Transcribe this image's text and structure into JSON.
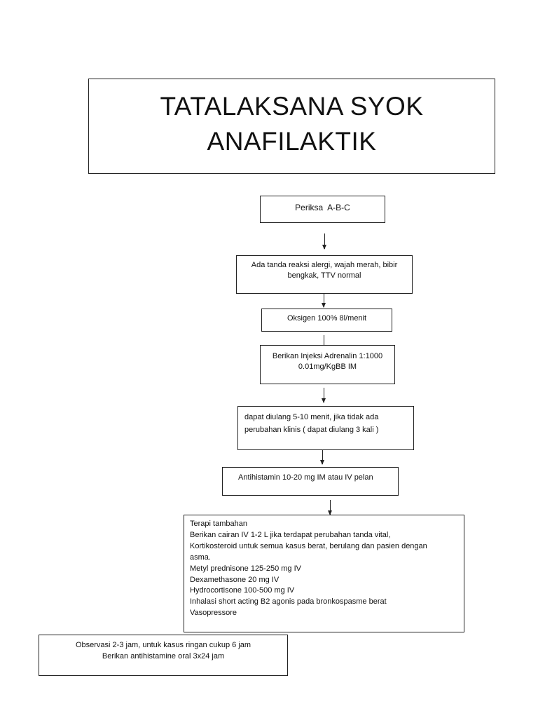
{
  "title": {
    "line1": "TATALAKSANA SYOK",
    "line2": "ANAFILAKTIK"
  },
  "steps": {
    "periksa": "Periksa  A-B-C",
    "tanda": {
      "line1": "Ada tanda reaksi alergi, wajah merah, bibir",
      "line2": "bengkak, TTV normal"
    },
    "oksigen": "Oksigen 100% 8l/menit",
    "adrenalin": {
      "line1": "Berikan Injeksi Adrenalin 1:1000",
      "line2": "0.01mg/KgBB IM"
    },
    "ulang": {
      "line1": "dapat diulang 5-10 menit, jika tidak ada",
      "line2": "perubahan klinis ( dapat diulang 3 kali )"
    },
    "antihistamin": "Antihistamin 10-20 mg IM atau IV pelan",
    "terapi": {
      "line1": "Terapi tambahan",
      "line2": "Berikan cairan IV 1-2 L jika terdapat perubahan tanda vital,",
      "line3": "Kortikosteroid untuk semua kasus berat, berulang dan pasien dengan",
      "line4": "asma.",
      "line5": "Metyl prednisone 125-250 mg IV",
      "line6": "Dexamethasone 20 mg IV",
      "line7": "Hydrocortisone 100-500 mg IV",
      "line8": "Inhalasi short acting B2 agonis pada bronkospasme berat",
      "line9": "Vasopressore"
    },
    "observasi": {
      "line1": "Observasi 2-3 jam, untuk kasus ringan cukup 6 jam",
      "line2": "Berikan antihistamine oral 3x24 jam"
    }
  }
}
